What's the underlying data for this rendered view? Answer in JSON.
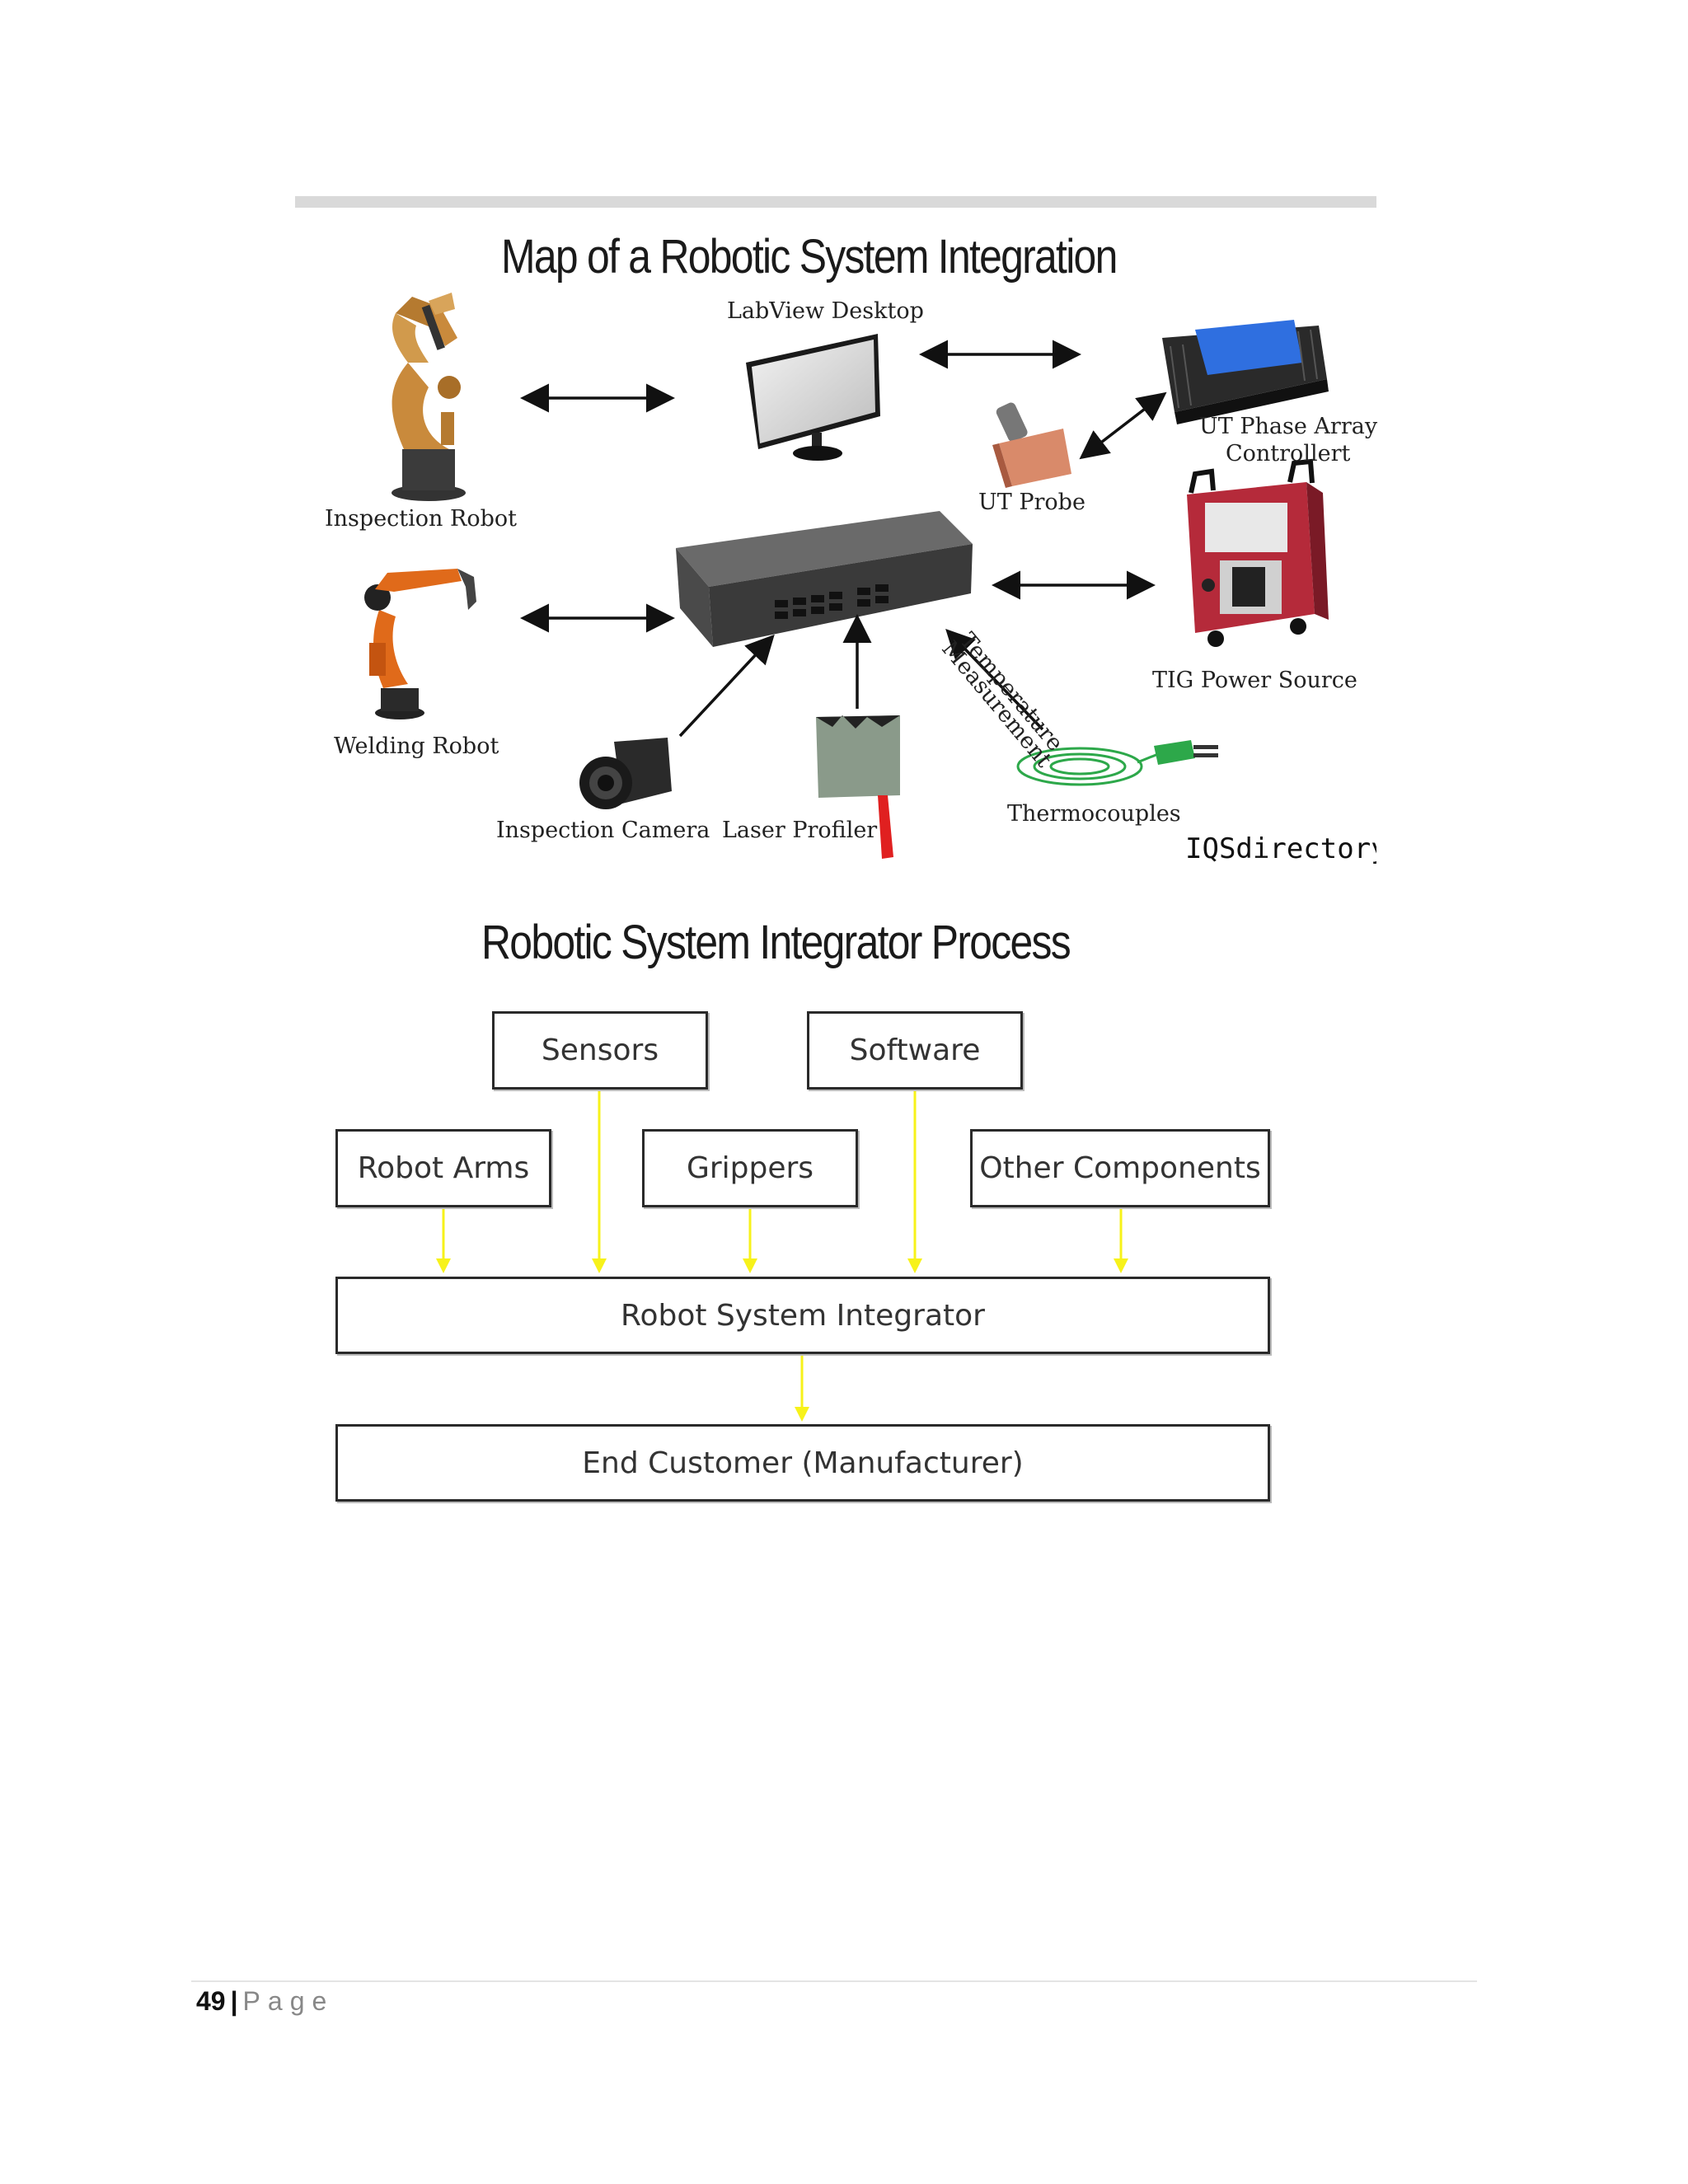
{
  "map": {
    "title": "Map of a Robotic System Integration",
    "labels": {
      "labview": "LabView Desktop",
      "inspection_robot": "Inspection Robot",
      "ut_phase_line1": "UT Phase Array",
      "ut_phase_line2": "Controllert",
      "ut_probe": "UT Probe",
      "tig": "TIG Power Source",
      "welding_robot": "Welding Robot",
      "inspection_camera": "Inspection Camera",
      "laser_profiler": "Laser Profiler",
      "thermocouples": "Thermocouples",
      "temp_line1": "Temperature",
      "temp_line2": "Measurement"
    },
    "brand": "IQSdirectory.c",
    "colors": {
      "robot_arm": "#c98a3c",
      "welding_arm": "#e06a1a",
      "controller_blue": "#2f6fe0",
      "tig_red": "#b52a3a",
      "thermo_green": "#2da84a",
      "laser_red": "#e02020"
    }
  },
  "process": {
    "title": "Robotic System Integrator Process",
    "boxes": {
      "sensors": "Sensors",
      "software": "Software",
      "robot_arms": "Robot Arms",
      "grippers": "Grippers",
      "other": "Other Components",
      "integrator": "Robot System Integrator",
      "customer": "End Customer (Manufacturer)"
    },
    "arrow_color": "#f7f21a"
  },
  "footer": {
    "page_number": "49",
    "separator": "|",
    "page_label": "Page"
  }
}
